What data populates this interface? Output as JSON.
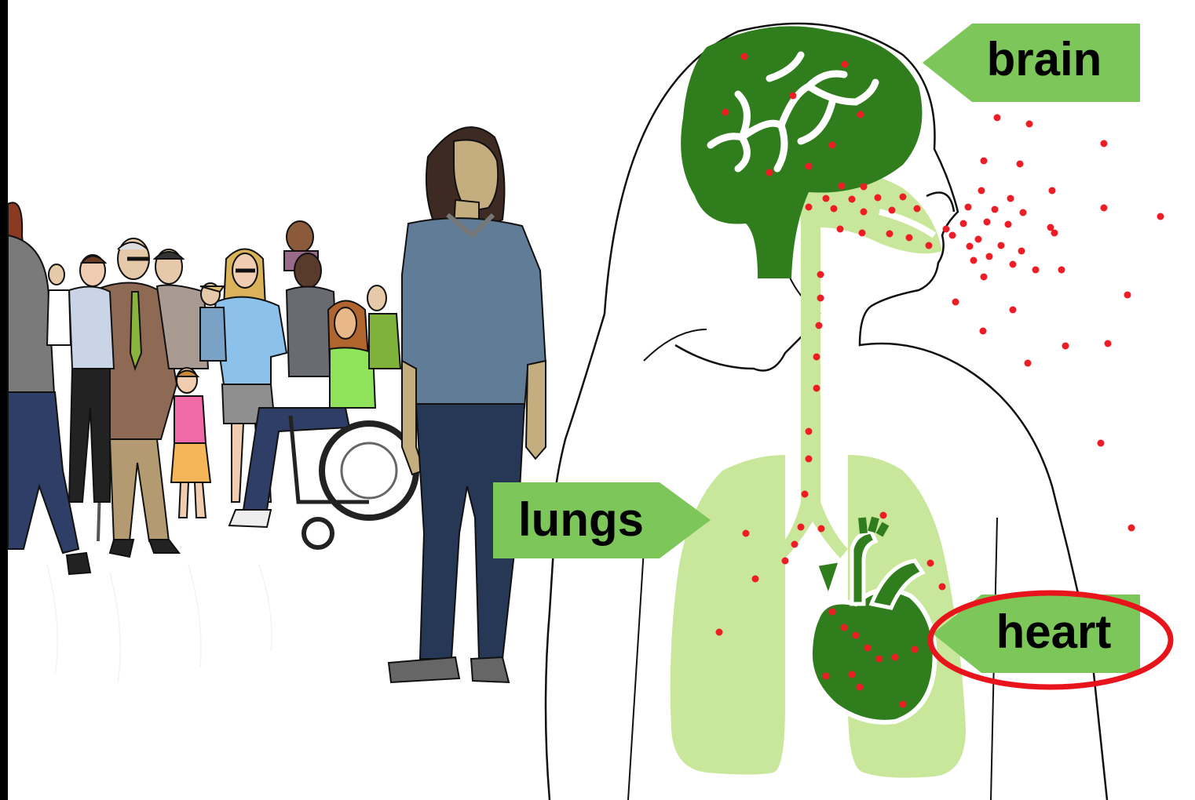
{
  "labels": {
    "brain": "brain",
    "lungs": "lungs",
    "heart": "heart"
  },
  "colors": {
    "organ_dark_green": "#2f7d1c",
    "organ_light_green": "#c9e79b",
    "label_green": "#7cc65a",
    "particle_red": "#ee1c24",
    "highlight_ring": "#e8141b",
    "skin": "#c2a67b",
    "outline": "#111111"
  },
  "icons": {
    "brain": "brain-icon",
    "lungs": "lungs-icon",
    "heart": "heart-icon"
  }
}
